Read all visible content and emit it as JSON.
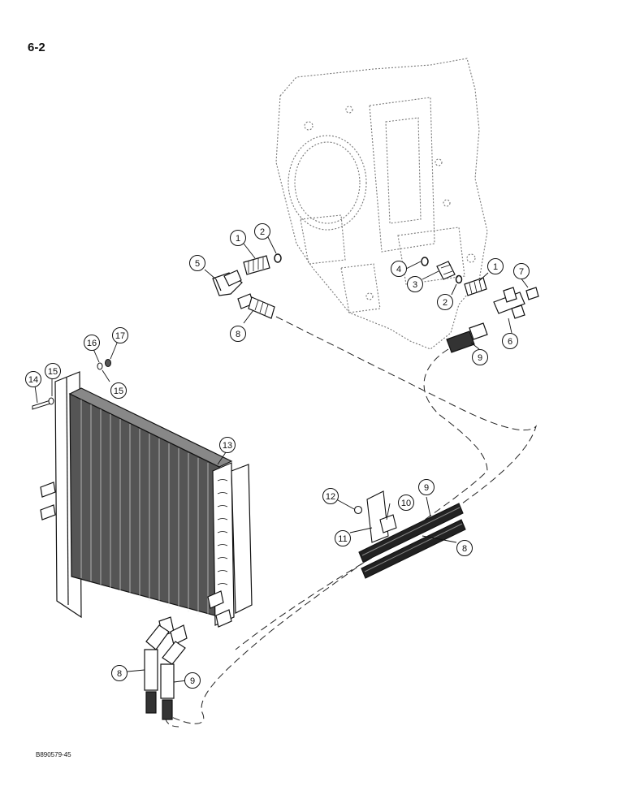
{
  "page": {
    "number": "6-2",
    "figure_code": "B890579-45"
  },
  "callouts": [
    {
      "label": "1"
    },
    {
      "label": "2"
    },
    {
      "label": "5"
    },
    {
      "label": "8"
    },
    {
      "label": "4"
    },
    {
      "label": "3"
    },
    {
      "label": "2"
    },
    {
      "label": "1"
    },
    {
      "label": "7"
    },
    {
      "label": "6"
    },
    {
      "label": "9"
    },
    {
      "label": "16"
    },
    {
      "label": "17"
    },
    {
      "label": "14"
    },
    {
      "label": "15"
    },
    {
      "label": "15"
    },
    {
      "label": "13"
    },
    {
      "label": "12"
    },
    {
      "label": "10"
    },
    {
      "label": "11"
    },
    {
      "label": "9"
    },
    {
      "label": "8"
    },
    {
      "label": "8"
    },
    {
      "label": "9"
    }
  ]
}
